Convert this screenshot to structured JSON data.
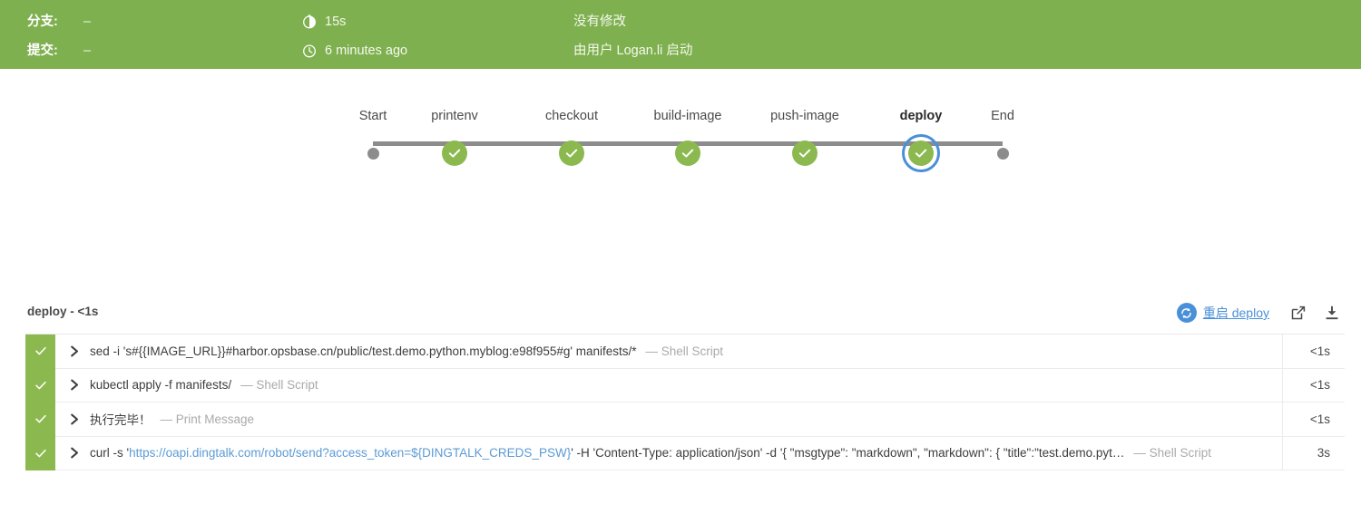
{
  "header": {
    "rows": [
      {
        "label": "分支:",
        "value": "–",
        "time_icon": "stopwatch-icon",
        "time": "15s",
        "note": "没有修改"
      },
      {
        "label": "提交:",
        "value": "–",
        "time_icon": "clock-icon",
        "time": "6 minutes ago",
        "note": "由用户 Logan.li 启动"
      }
    ],
    "background_color": "#7fb04f"
  },
  "pipeline": {
    "stages": [
      {
        "label": "Start",
        "type": "dot",
        "state": "start",
        "selected": false
      },
      {
        "label": "printenv",
        "type": "circle",
        "state": "success",
        "selected": false
      },
      {
        "label": "checkout",
        "type": "circle",
        "state": "success",
        "selected": false
      },
      {
        "label": "build-image",
        "type": "circle",
        "state": "success",
        "selected": false
      },
      {
        "label": "push-image",
        "type": "circle",
        "state": "success",
        "selected": false
      },
      {
        "label": "deploy",
        "type": "circle",
        "state": "success",
        "selected": true
      },
      {
        "label": "End",
        "type": "dot",
        "state": "end",
        "selected": false
      }
    ],
    "success_color": "#8cb94f",
    "selected_ring_color": "#4a90d9",
    "connector_color": "#8c8c8c"
  },
  "log": {
    "title": "deploy - <1s",
    "restart_icon": "restart-circle-icon",
    "restart_label": "重启 deploy",
    "open_external_icon": "external-link-icon",
    "download_icon": "download-icon",
    "link_color": "#4a90d9",
    "steps": [
      {
        "status": "success",
        "expander": "chevron-right-icon",
        "command_pre": "sed -i 's#{{IMAGE_URL}}#harbor.opsbase.cn/public/test.demo.python.myblog:e98f955#g' manifests/*",
        "command_link": "",
        "command_post": "",
        "type": "— Shell Script",
        "duration": "<1s"
      },
      {
        "status": "success",
        "expander": "chevron-right-icon",
        "command_pre": "kubectl apply -f manifests/",
        "command_link": "",
        "command_post": "",
        "type": "— Shell Script",
        "duration": "<1s"
      },
      {
        "status": "success",
        "expander": "chevron-right-icon",
        "command_pre": "执行完毕！",
        "command_link": "",
        "command_post": "",
        "type": "— Print Message",
        "duration": "<1s"
      },
      {
        "status": "success",
        "expander": "chevron-right-icon",
        "command_pre": "curl -s '",
        "command_link": "https://oapi.dingtalk.com/robot/send?access_token=${DINGTALK_CREDS_PSW}",
        "command_post": "' -H 'Content-Type: application/json' -d '{ \"msgtype\": \"markdown\", \"markdown\": { \"title\":\"test.demo.pyt…",
        "type": "— Shell Script",
        "duration": "3s"
      }
    ]
  }
}
